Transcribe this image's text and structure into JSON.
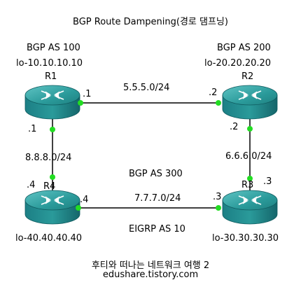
{
  "title": "BGP Route Dampening(경로 댐프닝)",
  "routers": [
    {
      "id": "r1",
      "name": "R1",
      "as_label": "BGP AS 100",
      "loopback": "lo-10.10.10.10"
    },
    {
      "id": "r2",
      "name": "R2",
      "as_label": "BGP AS 200",
      "loopback": "lo-20.20.20.20"
    },
    {
      "id": "r3",
      "name": "R3",
      "loopback": "lo-30.30.30.30"
    },
    {
      "id": "r4",
      "name": "R4",
      "loopback": "lo-40.40.40.40"
    }
  ],
  "links": [
    {
      "id": "r1-r2",
      "network": "5.5.5.0/24",
      "end_a": ".1",
      "end_b": ".2"
    },
    {
      "id": "r2-r3",
      "network": "6.6.6.0/24",
      "end_a": ".2",
      "end_b": ".3"
    },
    {
      "id": "r3-r4",
      "network": "7.7.7.0/24",
      "end_a": ".3",
      "end_b": ".4"
    },
    {
      "id": "r1-r4",
      "network": "8.8.8.0/24",
      "end_a": ".1",
      "end_b": ".4"
    }
  ],
  "bottom_as_label": "BGP AS 300",
  "igp_label": "EIGRP AS 10",
  "footer": {
    "line1": "후티와 떠나는 네트워크 여행 2",
    "line2": "edushare.tistory.com"
  },
  "colors": {
    "router_top": "#2a9a9a",
    "router_body": "#1c7f85",
    "link": "#000000",
    "interface_dot": "#22dd22"
  }
}
